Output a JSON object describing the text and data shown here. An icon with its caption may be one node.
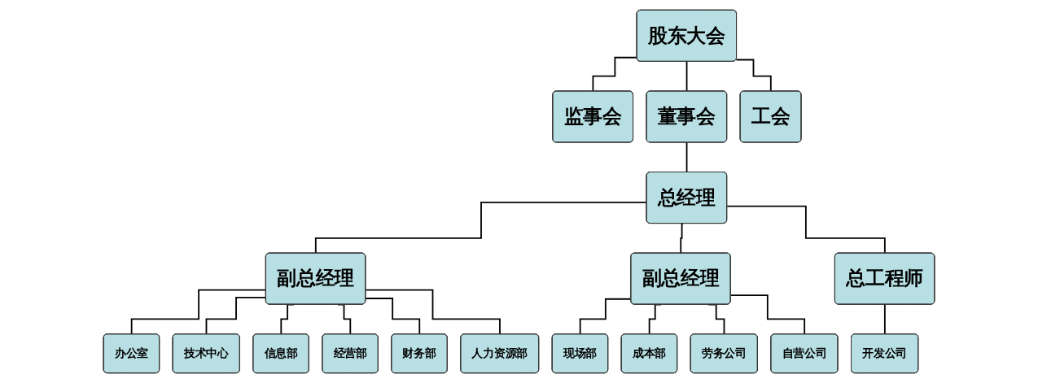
{
  "diagram": {
    "nodes": [
      {
        "text": [
          "股东大会"
        ]
      },
      {
        "text": [
          "监事会"
        ]
      },
      {
        "text": [
          "董事会"
        ]
      },
      {
        "text": [
          "工会"
        ]
      },
      {
        "text": [
          "总经理"
        ]
      },
      {
        "text": [
          "副总经理"
        ]
      },
      {
        "text": [
          "副总经理"
        ]
      },
      {
        "text": [
          "总工程师"
        ]
      },
      {
        "text": [
          "办公室"
        ]
      },
      {
        "text": [
          "技术中心"
        ]
      },
      {
        "text": [
          "信息部"
        ]
      },
      {
        "text": [
          "经营部"
        ]
      },
      {
        "text": [
          "财务部"
        ]
      },
      {
        "text": [
          "人力资源部"
        ]
      },
      {
        "text": [
          "现场部"
        ]
      },
      {
        "text": [
          "成本部"
        ]
      },
      {
        "text": [
          "劳务公司"
        ]
      },
      {
        "text": [
          "自营公司"
        ]
      },
      {
        "text": [
          "开发公司"
        ]
      }
    ],
    "edges": [
      {
        "from": 0,
        "to": 1,
        "arrow": "none"
      },
      {
        "from": 0,
        "to": 2,
        "arrow": "none"
      },
      {
        "from": 0,
        "to": 3,
        "arrow": "none"
      },
      {
        "from": 2,
        "to": 4,
        "arrow": "none"
      },
      {
        "from": 4,
        "to": 5,
        "arrow": "none"
      },
      {
        "from": 4,
        "to": 6,
        "arrow": "none"
      },
      {
        "from": 4,
        "to": 7,
        "arrow": "none"
      },
      {
        "from": 5,
        "to": 8,
        "arrow": "none"
      },
      {
        "from": 5,
        "to": 9,
        "arrow": "none"
      },
      {
        "from": 5,
        "to": 10,
        "arrow": "none"
      },
      {
        "from": 5,
        "to": 11,
        "arrow": "none"
      },
      {
        "from": 5,
        "to": 12,
        "arrow": "none"
      },
      {
        "from": 5,
        "to": 13,
        "arrow": "none"
      },
      {
        "from": 6,
        "to": 14,
        "arrow": "none"
      },
      {
        "from": 6,
        "to": 15,
        "arrow": "none"
      },
      {
        "from": 6,
        "to": 16,
        "arrow": "none"
      },
      {
        "from": 6,
        "to": 17,
        "arrow": "none"
      },
      {
        "from": 7,
        "to": 18,
        "arrow": "none"
      }
    ]
  }
}
